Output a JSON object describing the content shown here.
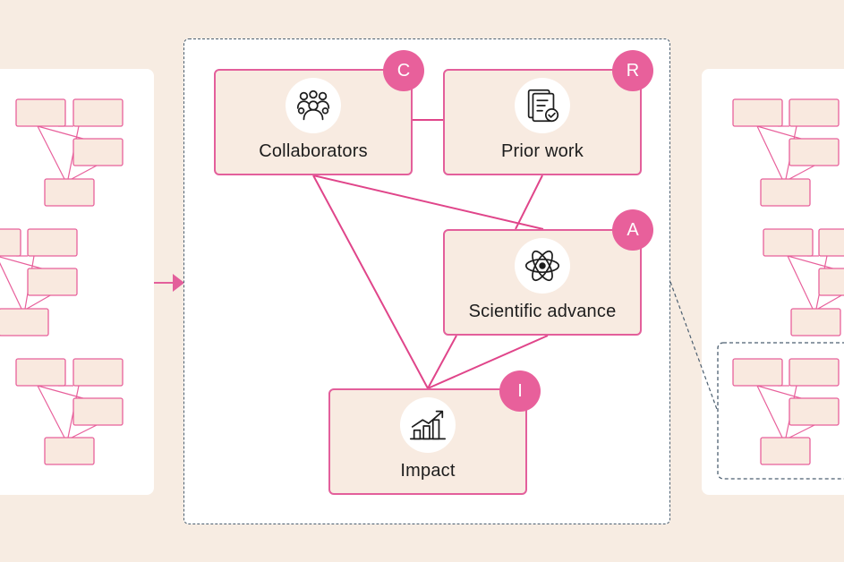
{
  "diagram": {
    "nodes": [
      {
        "id": "collaborators",
        "label": "Collaborators",
        "badge": "C",
        "icon": "people-group-icon"
      },
      {
        "id": "prior_work",
        "label": "Prior work",
        "badge": "R",
        "icon": "document-check-icon"
      },
      {
        "id": "scientific_advance",
        "label": "Scientific advance",
        "badge": "A",
        "icon": "atom-icon"
      },
      {
        "id": "impact",
        "label": "Impact",
        "badge": "I",
        "icon": "bar-chart-growth-icon"
      }
    ],
    "edges": [
      [
        "collaborators",
        "prior_work"
      ],
      [
        "collaborators",
        "scientific_advance"
      ],
      [
        "collaborators",
        "impact"
      ],
      [
        "prior_work",
        "scientific_advance"
      ],
      [
        "scientific_advance",
        "impact"
      ]
    ]
  },
  "colors": {
    "accent": "#e8609b",
    "node_fill": "#f8ebe1",
    "background": "#f7ece2",
    "dashed_border": "#4c5f70"
  }
}
